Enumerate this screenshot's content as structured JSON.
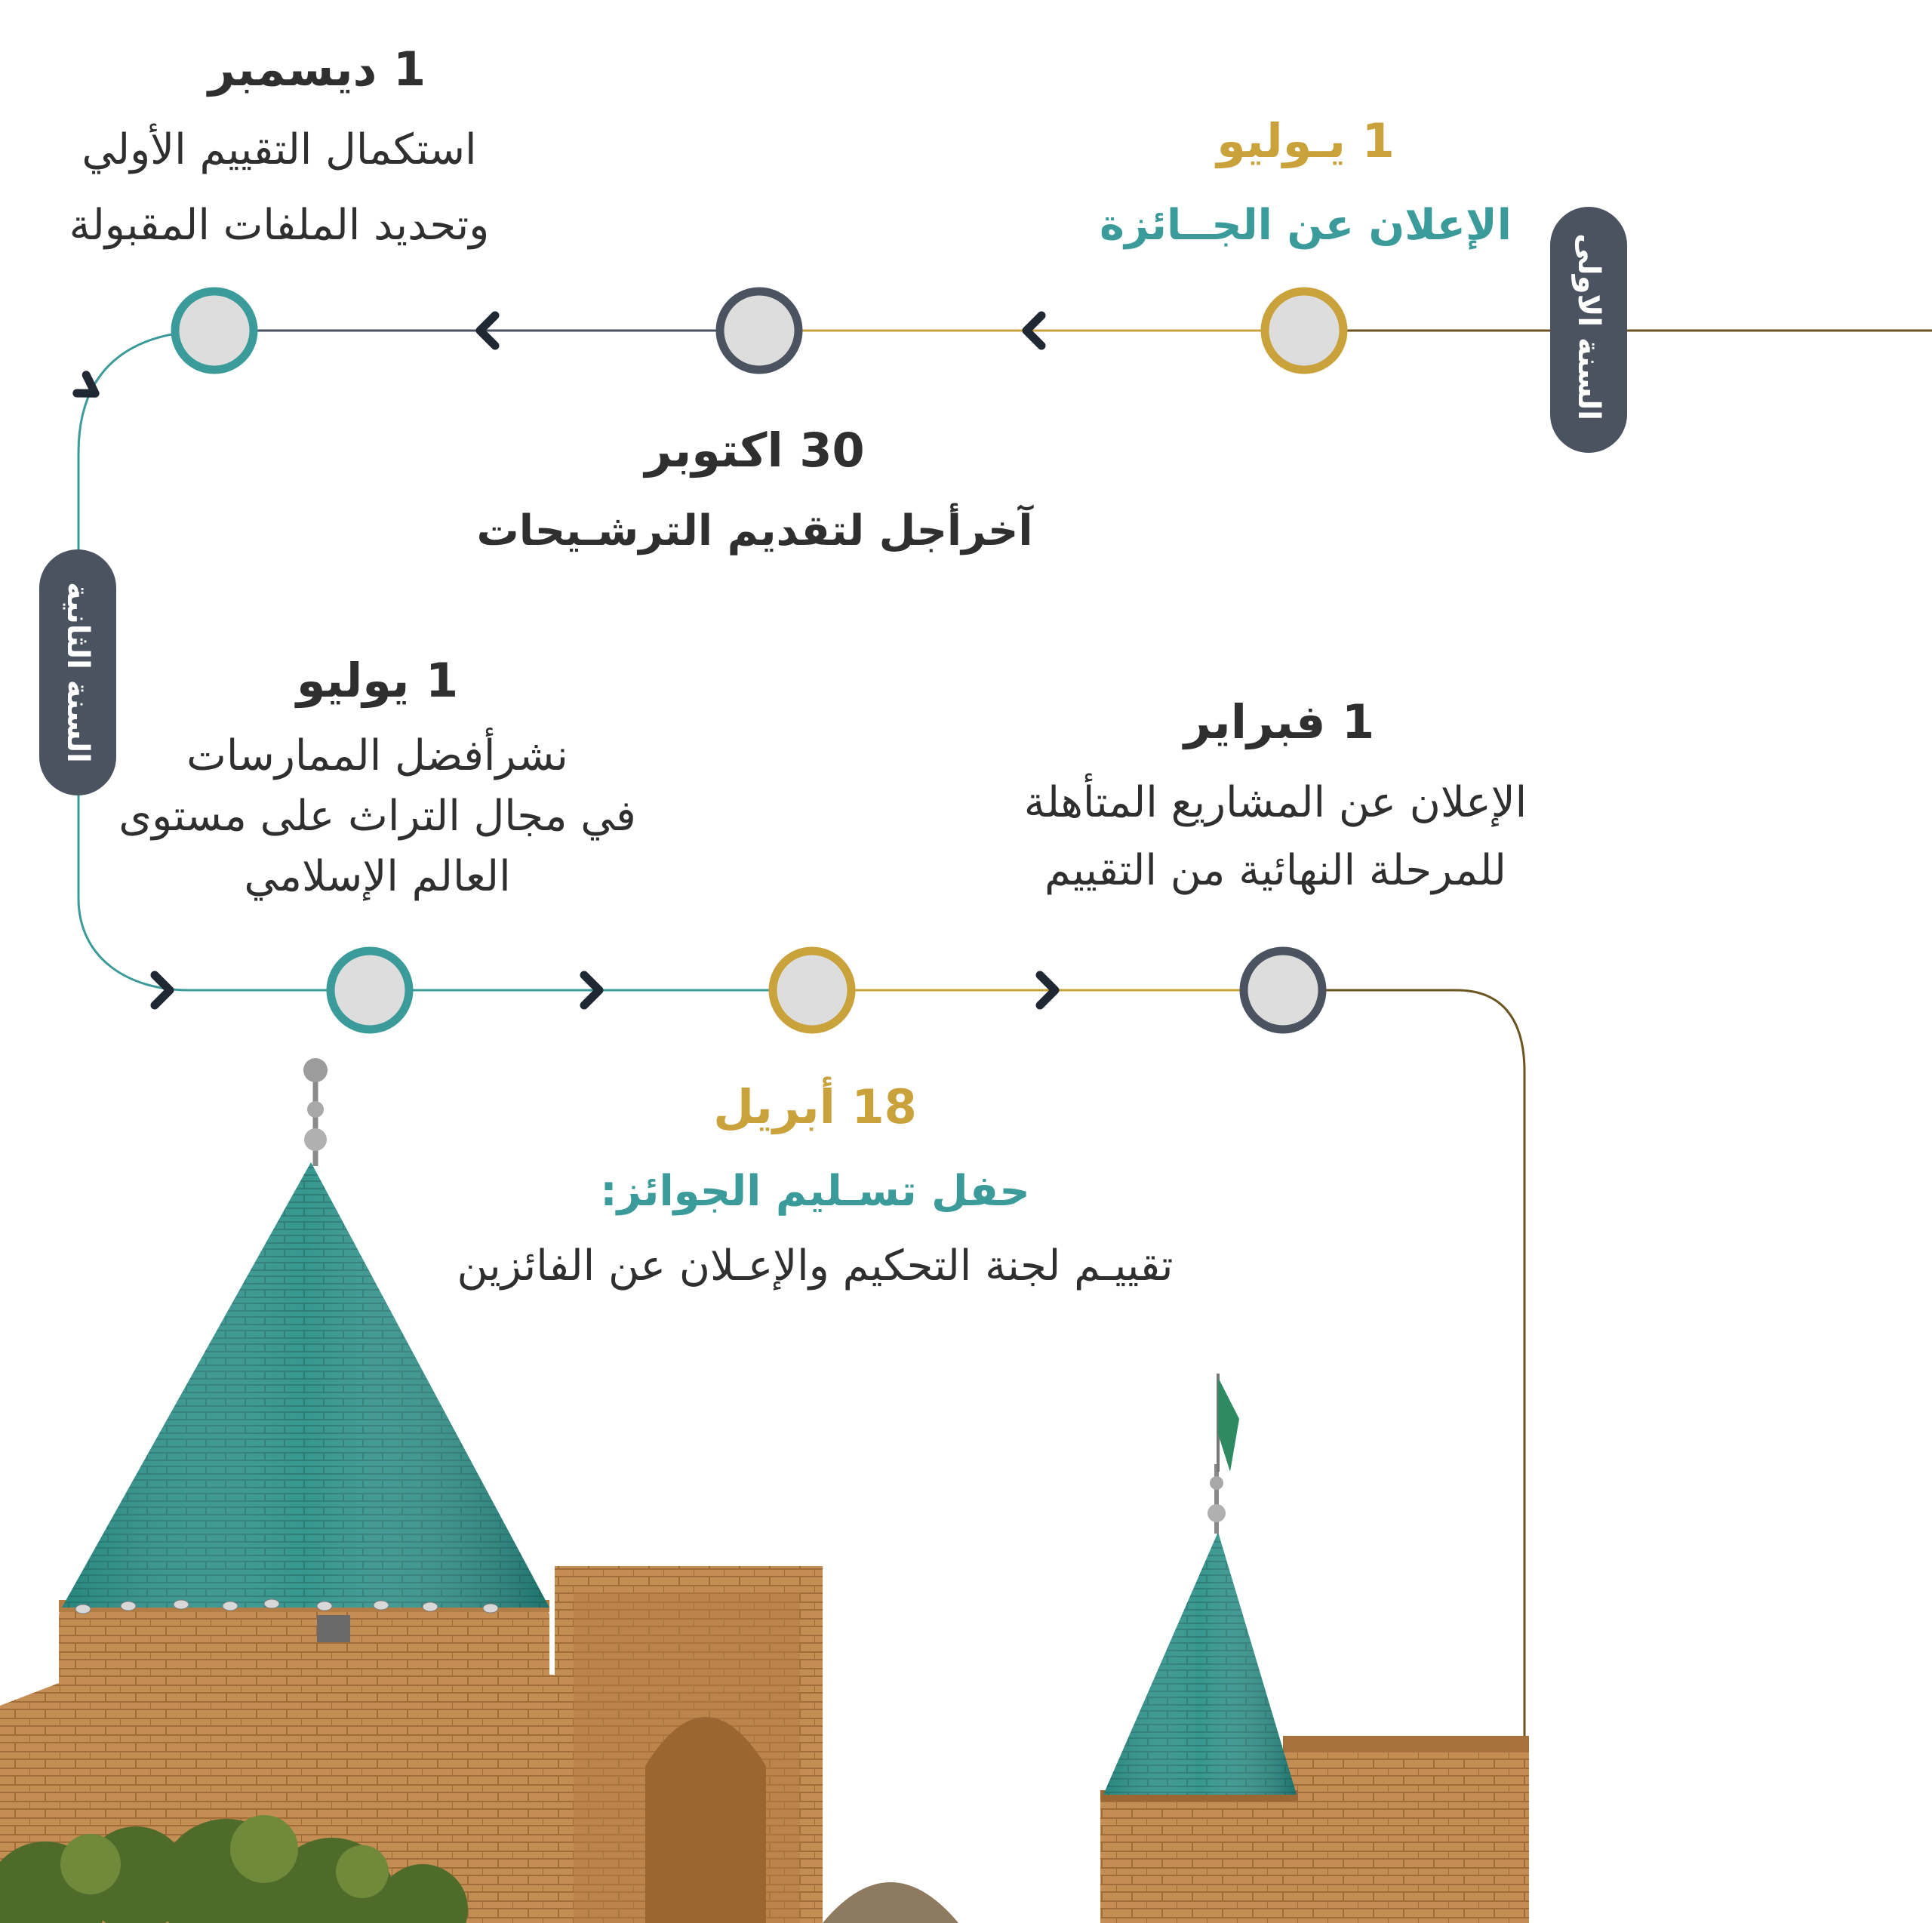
{
  "colors": {
    "gold": "#c9a23c",
    "teal": "#3a9b9a",
    "slate": "#4b5361",
    "brown": "#6b5420",
    "dome": "#2f8f88",
    "brick": "#c08a52"
  },
  "year_labels": {
    "first": "السنة الاولى",
    "second": "السنة الثانية"
  },
  "milestones": [
    {
      "date": "1 يـوليو",
      "lines": [
        "الإعلان عن الجــائزة"
      ]
    },
    {
      "date": "30 اكتوبر",
      "lines": [
        "آخرأجل لتقديم الترشـيحات"
      ]
    },
    {
      "date": "1 ديسمبر",
      "lines": [
        "استكمال التقييم الأولي",
        "وتحديد الملفات المقبولة"
      ]
    },
    {
      "date": "1 يوليو",
      "lines": [
        "نشرأفضل الممارسات",
        "في مجال التراث على مستوى",
        "العالم الإسلامي"
      ]
    },
    {
      "date": "18 أبريل",
      "lines": [
        "حفل تسـليم الجوائز:",
        "تقييـم لجنة التحكيم والإعـلان عن الفائزين"
      ]
    },
    {
      "date": "1 فبراير",
      "lines": [
        "الإعلان عن المشاريع المتأهلة",
        "للمرحلة النهائية من التقييم"
      ]
    }
  ]
}
